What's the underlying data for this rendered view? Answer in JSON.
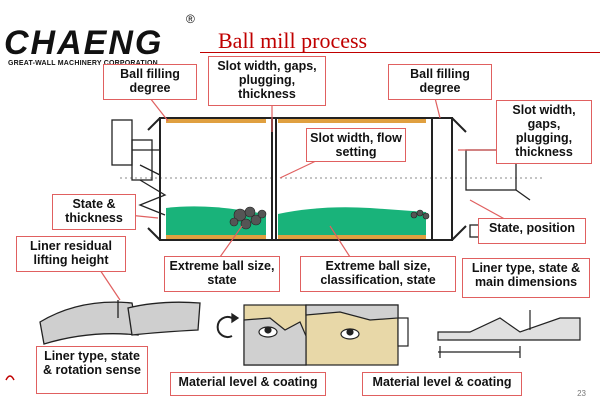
{
  "logo": {
    "brand": "CHAENG",
    "registered": "®",
    "tagline": "GREAT-WALL MACHINERY CORPORATION"
  },
  "title": "Ball mill process",
  "callouts": {
    "ball_filling_left": "Ball filling degree",
    "slot_width_center": "Slot width, gaps, plugging, thickness",
    "slot_width_flow": "Slot width, flow setting",
    "ball_filling_right": "Ball filling degree",
    "slot_width_right": "Slot width, gaps, plugging, thickness",
    "state_thickness": "State & thickness",
    "state_position": "State, position",
    "liner_residual": "Liner residual lifting height",
    "extreme_ball_state": "Extreme ball size, state",
    "extreme_ball_class": "Extreme ball size, classification, state",
    "liner_type_dims": "Liner type, state & main dimensions",
    "liner_type_rotation": "Liner type, state & rotation sense",
    "material_level_1": "Material level & coating",
    "material_level_2": "Material level & coating"
  },
  "page_number": "23",
  "colors": {
    "title": "#c00000",
    "callout_border": "#e06060",
    "ball_charge": "#19b37a",
    "mill_shell": "#222222",
    "liner_coating": "#e0a040",
    "material": "#e8d8a8"
  }
}
